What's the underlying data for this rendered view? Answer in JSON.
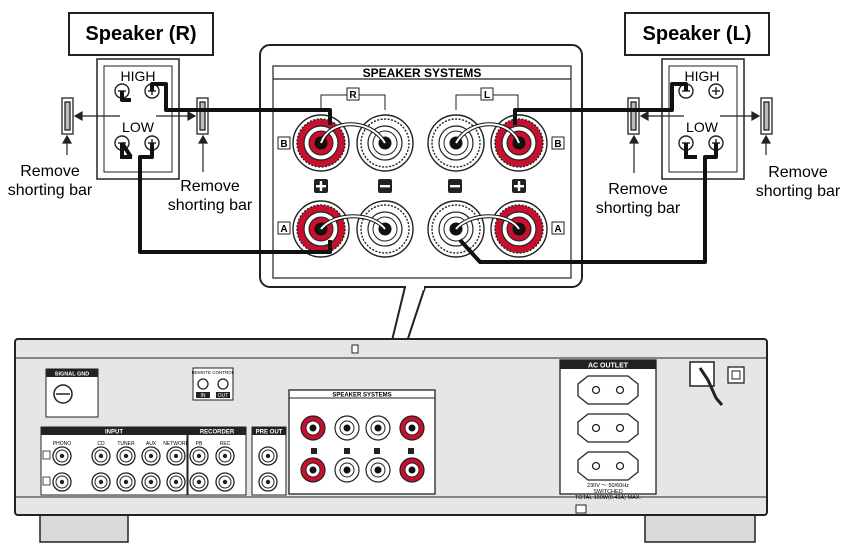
{
  "speakers": {
    "right": {
      "title": "Speaker (R)",
      "high": "HIGH",
      "low": "LOW"
    },
    "left": {
      "title": "Speaker (L)",
      "high": "HIGH",
      "low": "LOW"
    }
  },
  "remove_note": {
    "line1": "Remove",
    "line2": "shorting bar"
  },
  "callout": {
    "title": "SPEAKER SYSTEMS",
    "channel_r": "R",
    "channel_l": "L",
    "row_b": "B",
    "row_a": "A",
    "plus": "+",
    "minus": "−"
  },
  "panel": {
    "signal_gnd": "SIGNAL GND",
    "remote_control": "REMOTE CONTROL",
    "remote_in": "IN",
    "remote_out": "OUT",
    "input": "INPUT",
    "input_labels": [
      "PHONO",
      "CD",
      "TUNER",
      "AUX",
      "NETWORK"
    ],
    "recorder": "RECORDER",
    "recorder_labels": [
      "PB",
      "REC"
    ],
    "pre_out": "PRE OUT",
    "speaker_systems": "SPEAKER SYSTEMS",
    "ac_outlet": "AC OUTLET",
    "ac_line1": "230V ～ 50/60Hz",
    "ac_line2": "SWITCHED",
    "ac_line3": "TOTAL 100W(0.43A) MAX."
  }
}
